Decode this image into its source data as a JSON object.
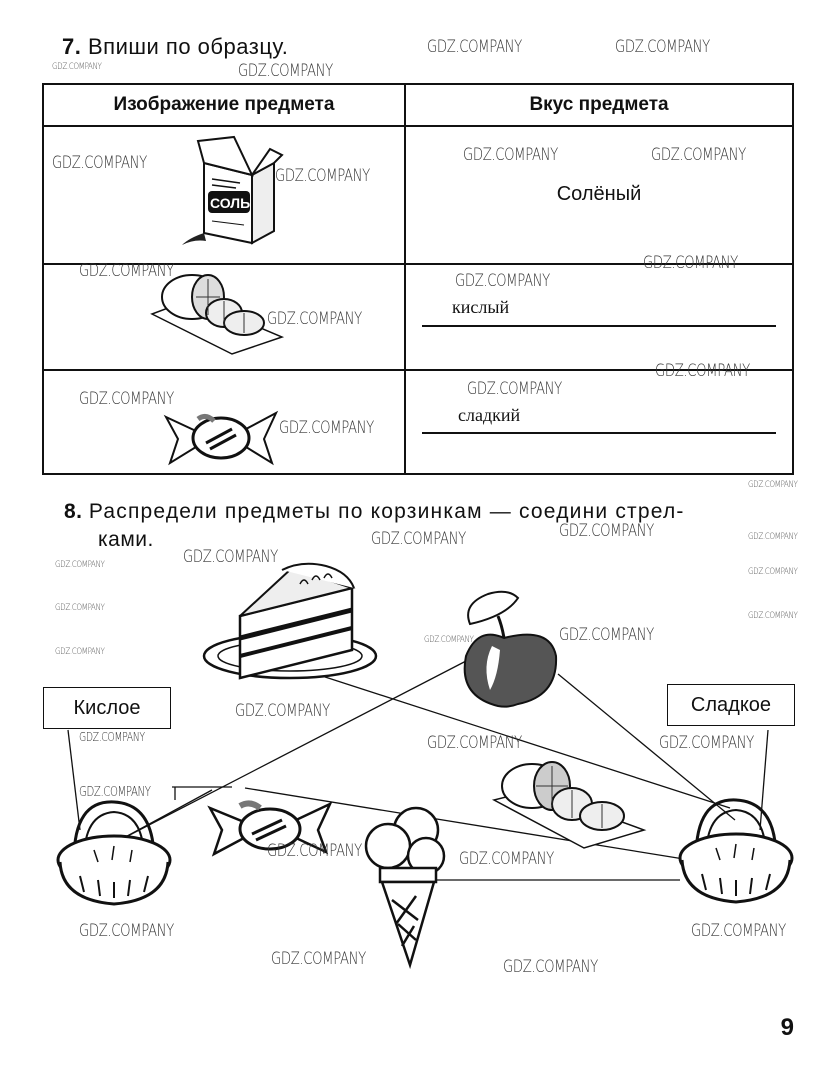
{
  "task7": {
    "number": "7.",
    "instruction": "Впиши по образцу.",
    "table": {
      "headers": [
        "Изображение предмета",
        "Вкус предмета"
      ],
      "rows": [
        {
          "item": "salt-box",
          "taste": "Солёный",
          "taste_is_sample": true
        },
        {
          "item": "lemon",
          "taste": "кислый",
          "taste_is_sample": false
        },
        {
          "item": "candy",
          "taste": "сладкий",
          "taste_is_sample": false
        }
      ],
      "salt_box_label": "СОЛЬ"
    }
  },
  "task8": {
    "number": "8.",
    "instruction_line1": "Распредели предметы по корзинкам — соедини стрел-",
    "instruction_line2": "ками.",
    "baskets": [
      {
        "label": "Кислое"
      },
      {
        "label": "Сладкое"
      }
    ],
    "items": [
      "cake",
      "apple",
      "candy",
      "lemon",
      "ice-cream"
    ]
  },
  "watermark": "GDZ.COMPANY",
  "page_number": "9"
}
